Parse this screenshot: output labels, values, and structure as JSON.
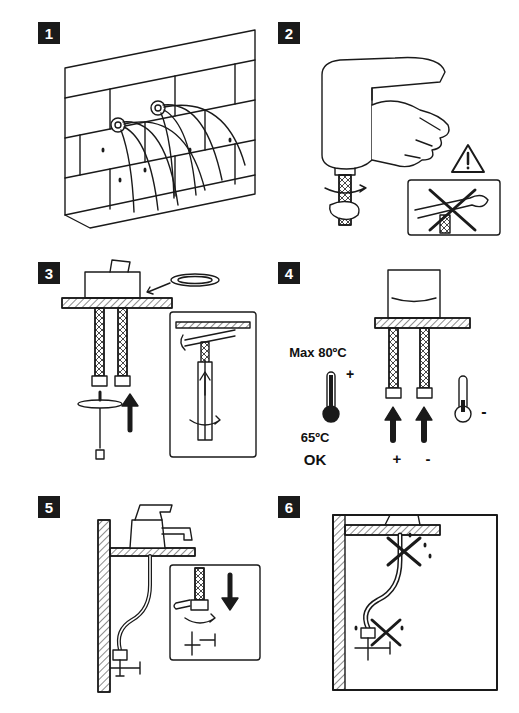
{
  "diagram": {
    "nodes": [
      {
        "text": [
          "1"
        ]
      },
      {
        "text": [
          "2"
        ]
      },
      {
        "text": [
          "3"
        ]
      },
      {
        "text": [
          "4"
        ]
      },
      {
        "text": [
          "5"
        ]
      },
      {
        "text": [
          "6"
        ]
      }
    ],
    "labels": [
      "Max 80ºC",
      "+",
      "65ºC",
      "OK",
      "+",
      "-",
      "-"
    ]
  }
}
